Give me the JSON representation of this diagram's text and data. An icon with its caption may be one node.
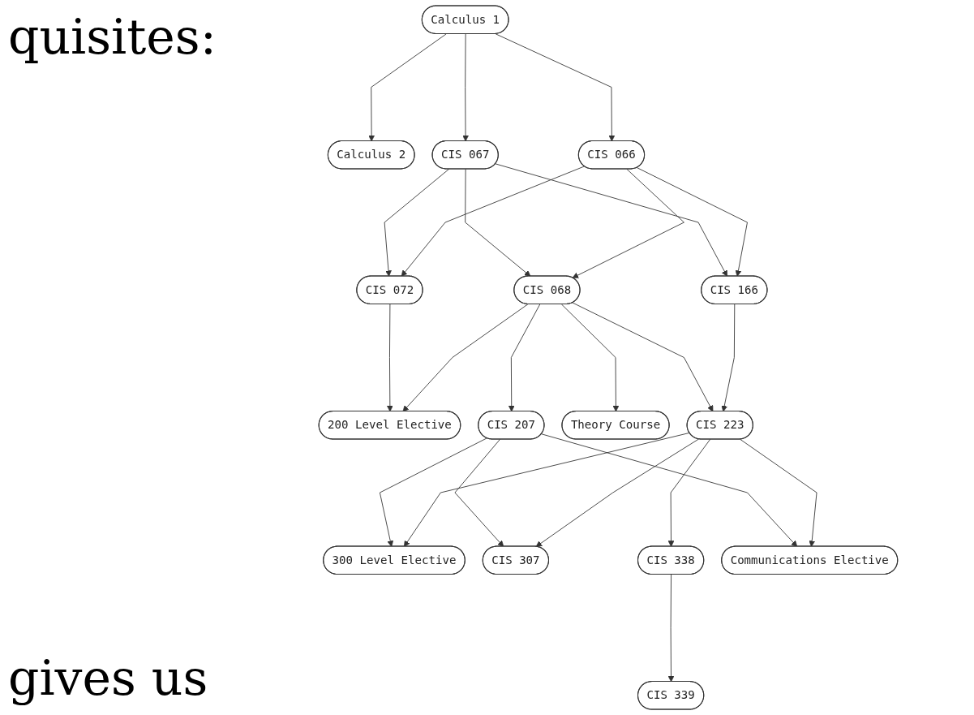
{
  "diagram": {
    "nodes": [
      {
        "text": [
          "Calculus 1"
        ]
      },
      {
        "text": [
          "Calculus 2"
        ]
      },
      {
        "text": [
          "CIS 067"
        ]
      },
      {
        "text": [
          "CIS 066"
        ]
      },
      {
        "text": [
          "CIS 072"
        ]
      },
      {
        "text": [
          "CIS 068"
        ]
      },
      {
        "text": [
          "CIS 166"
        ]
      },
      {
        "text": [
          "200 Level Elective"
        ]
      },
      {
        "text": [
          "CIS 207"
        ]
      },
      {
        "text": [
          "Theory Course"
        ]
      },
      {
        "text": [
          "CIS 223"
        ]
      },
      {
        "text": [
          "300 Level Elective"
        ]
      },
      {
        "text": [
          "CIS 307"
        ]
      },
      {
        "text": [
          "CIS 338"
        ]
      },
      {
        "text": [
          "Communications Elective"
        ]
      },
      {
        "text": [
          "CIS 339"
        ]
      }
    ],
    "edges": [
      {
        "from": 0,
        "to": 1,
        "arrow": "to"
      },
      {
        "from": 0,
        "to": 2,
        "arrow": "to"
      },
      {
        "from": 0,
        "to": 3,
        "arrow": "to"
      },
      {
        "from": 2,
        "to": 4,
        "arrow": "to"
      },
      {
        "from": 2,
        "to": 5,
        "arrow": "to"
      },
      {
        "from": 2,
        "to": 6,
        "arrow": "to"
      },
      {
        "from": 3,
        "to": 4,
        "arrow": "to"
      },
      {
        "from": 3,
        "to": 5,
        "arrow": "to"
      },
      {
        "from": 3,
        "to": 6,
        "arrow": "to"
      },
      {
        "from": 4,
        "to": 7,
        "arrow": "to"
      },
      {
        "from": 5,
        "to": 7,
        "arrow": "to"
      },
      {
        "from": 5,
        "to": 8,
        "arrow": "to"
      },
      {
        "from": 5,
        "to": 9,
        "arrow": "to"
      },
      {
        "from": 5,
        "to": 10,
        "arrow": "to"
      },
      {
        "from": 6,
        "to": 10,
        "arrow": "to"
      },
      {
        "from": 8,
        "to": 11,
        "arrow": "to"
      },
      {
        "from": 8,
        "to": 12,
        "arrow": "to"
      },
      {
        "from": 8,
        "to": 14,
        "arrow": "to"
      },
      {
        "from": 10,
        "to": 11,
        "arrow": "to"
      },
      {
        "from": 10,
        "to": 12,
        "arrow": "to"
      },
      {
        "from": 10,
        "to": 13,
        "arrow": "to"
      },
      {
        "from": 10,
        "to": 14,
        "arrow": "to"
      },
      {
        "from": 13,
        "to": 15,
        "arrow": "to"
      }
    ],
    "labels": [
      "quisites:",
      "gives us"
    ]
  }
}
